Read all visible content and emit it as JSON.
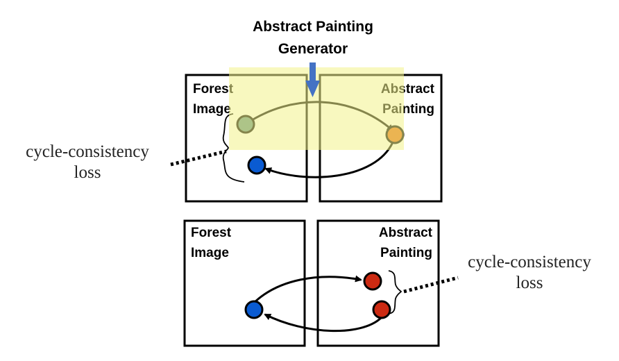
{
  "generator_label": {
    "line1": "Abstract Painting",
    "line2": "Generator"
  },
  "top_row": {
    "forest_label": {
      "line1": "Forest",
      "line2": "Image"
    },
    "abstract_label": {
      "line1": "Abstract",
      "line2": "Painting"
    },
    "loss_label": {
      "line1": "cycle-consistency",
      "line2": "loss"
    }
  },
  "bottom_row": {
    "forest_label": {
      "line1": "Forest",
      "line2": "Image"
    },
    "abstract_label": {
      "line1": "Abstract",
      "line2": "Painting"
    },
    "loss_label": {
      "line1": "cycle-consistency",
      "line2": "loss"
    }
  },
  "colors": {
    "highlight": "#f3f38a",
    "generator_arrow": "#4472c4",
    "forest_point": "#5a8c86",
    "abstract_point": "#e2690e",
    "blue_point": "#0a5bd2",
    "red_point": "#cc2a12"
  }
}
